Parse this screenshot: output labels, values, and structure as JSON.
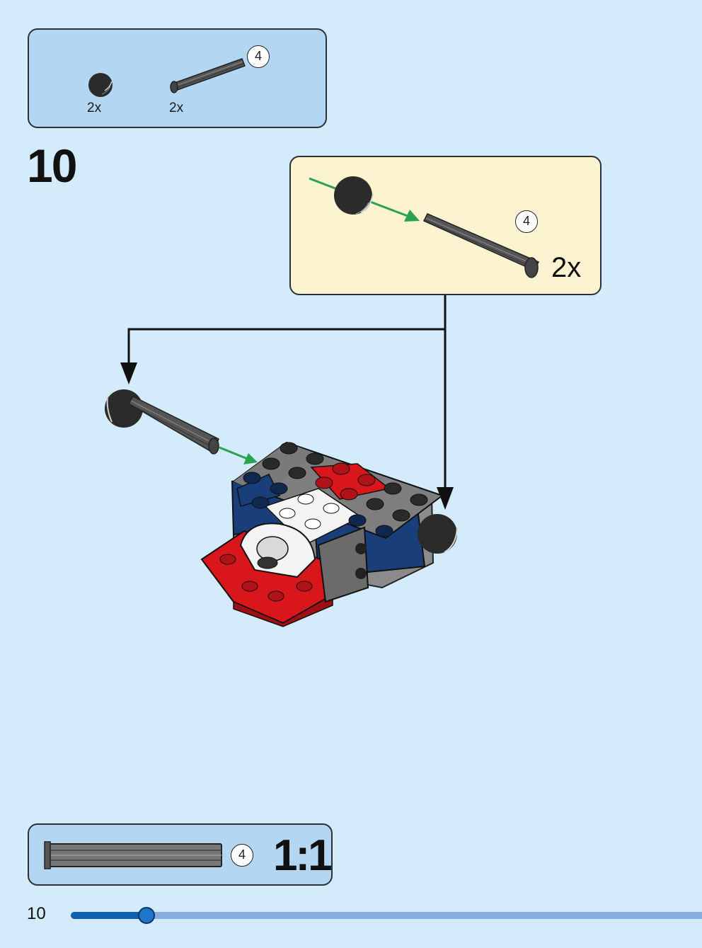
{
  "parts_needed": {
    "items": [
      {
        "icon": "ball-joint-icon",
        "quantity": "2x"
      },
      {
        "icon": "axle-icon",
        "quantity": "2x",
        "length": "4"
      }
    ]
  },
  "step": {
    "number": "10"
  },
  "callout": {
    "quantity": "2x",
    "axle_length": "4"
  },
  "scale_reference": {
    "axle_length": "4",
    "ratio": "1:1"
  },
  "footer": {
    "page_number": "10",
    "progress": 0.12
  },
  "colors": {
    "background": "#d3ebfa",
    "parts_box": "#b3d7f3",
    "callout": "#fcf4d0",
    "red": "#d8161c",
    "blue": "#1a3e7a",
    "black": "#2a2a2a",
    "gray": "#8b8b8b",
    "white": "#f4f4f4",
    "green_arrow": "#2aa251",
    "progress": "#0f5fae"
  }
}
